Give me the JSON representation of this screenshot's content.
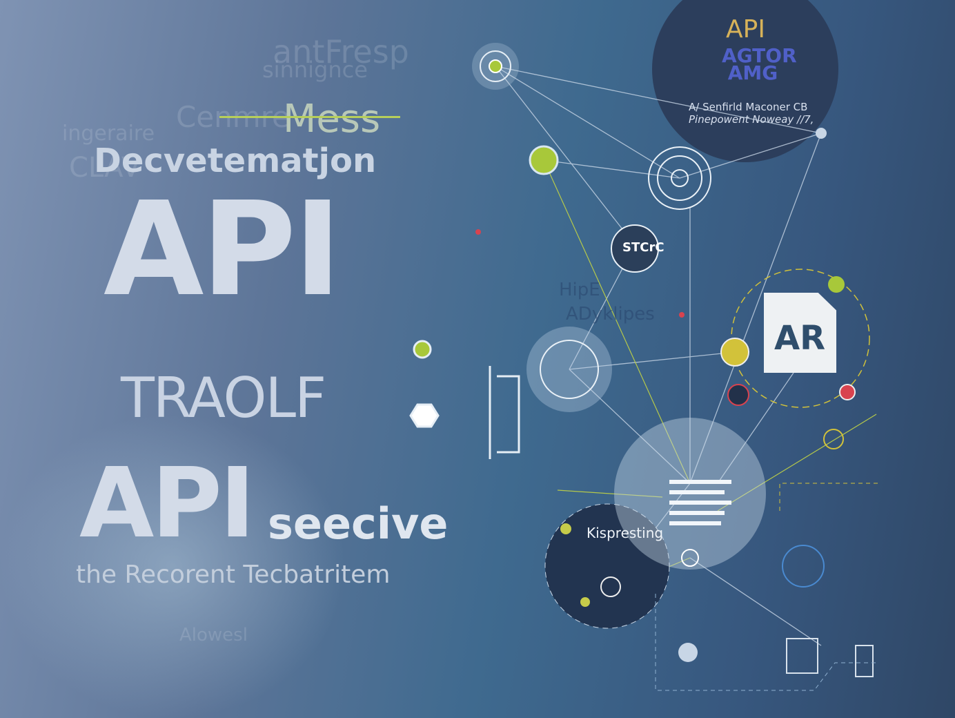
{
  "background_words": [
    "antFresp",
    "sinnignce",
    "ingeraire",
    "CLAV",
    "Cenmre",
    "Alowesl"
  ],
  "headline": {
    "overline": "Mess",
    "subtitle": "Decvetematjon",
    "title": "API",
    "middle": "TRAOLF",
    "bottom_api": "API",
    "bottom_word": "seecive",
    "tagline": "the Recorent Tecbatritem"
  },
  "badge": {
    "title": "API",
    "logo_text": "AGTOR AMG",
    "line1": "A/ Senfirld Maconer CB",
    "line2": "Pinepowent Noweay //7,"
  },
  "nodes": {
    "gear_label": "STCrC",
    "doc_label": "AR",
    "faint_label1": "HipE",
    "faint_label2": "ADyklipes",
    "hub_label": "Kispresting"
  },
  "colors": {
    "accent_green": "#a8c83a",
    "accent_yellow": "#d2c23a",
    "accent_red": "#d8434f",
    "badge_bg": "#2c3e5c",
    "text_light": "#c9d4e3"
  }
}
